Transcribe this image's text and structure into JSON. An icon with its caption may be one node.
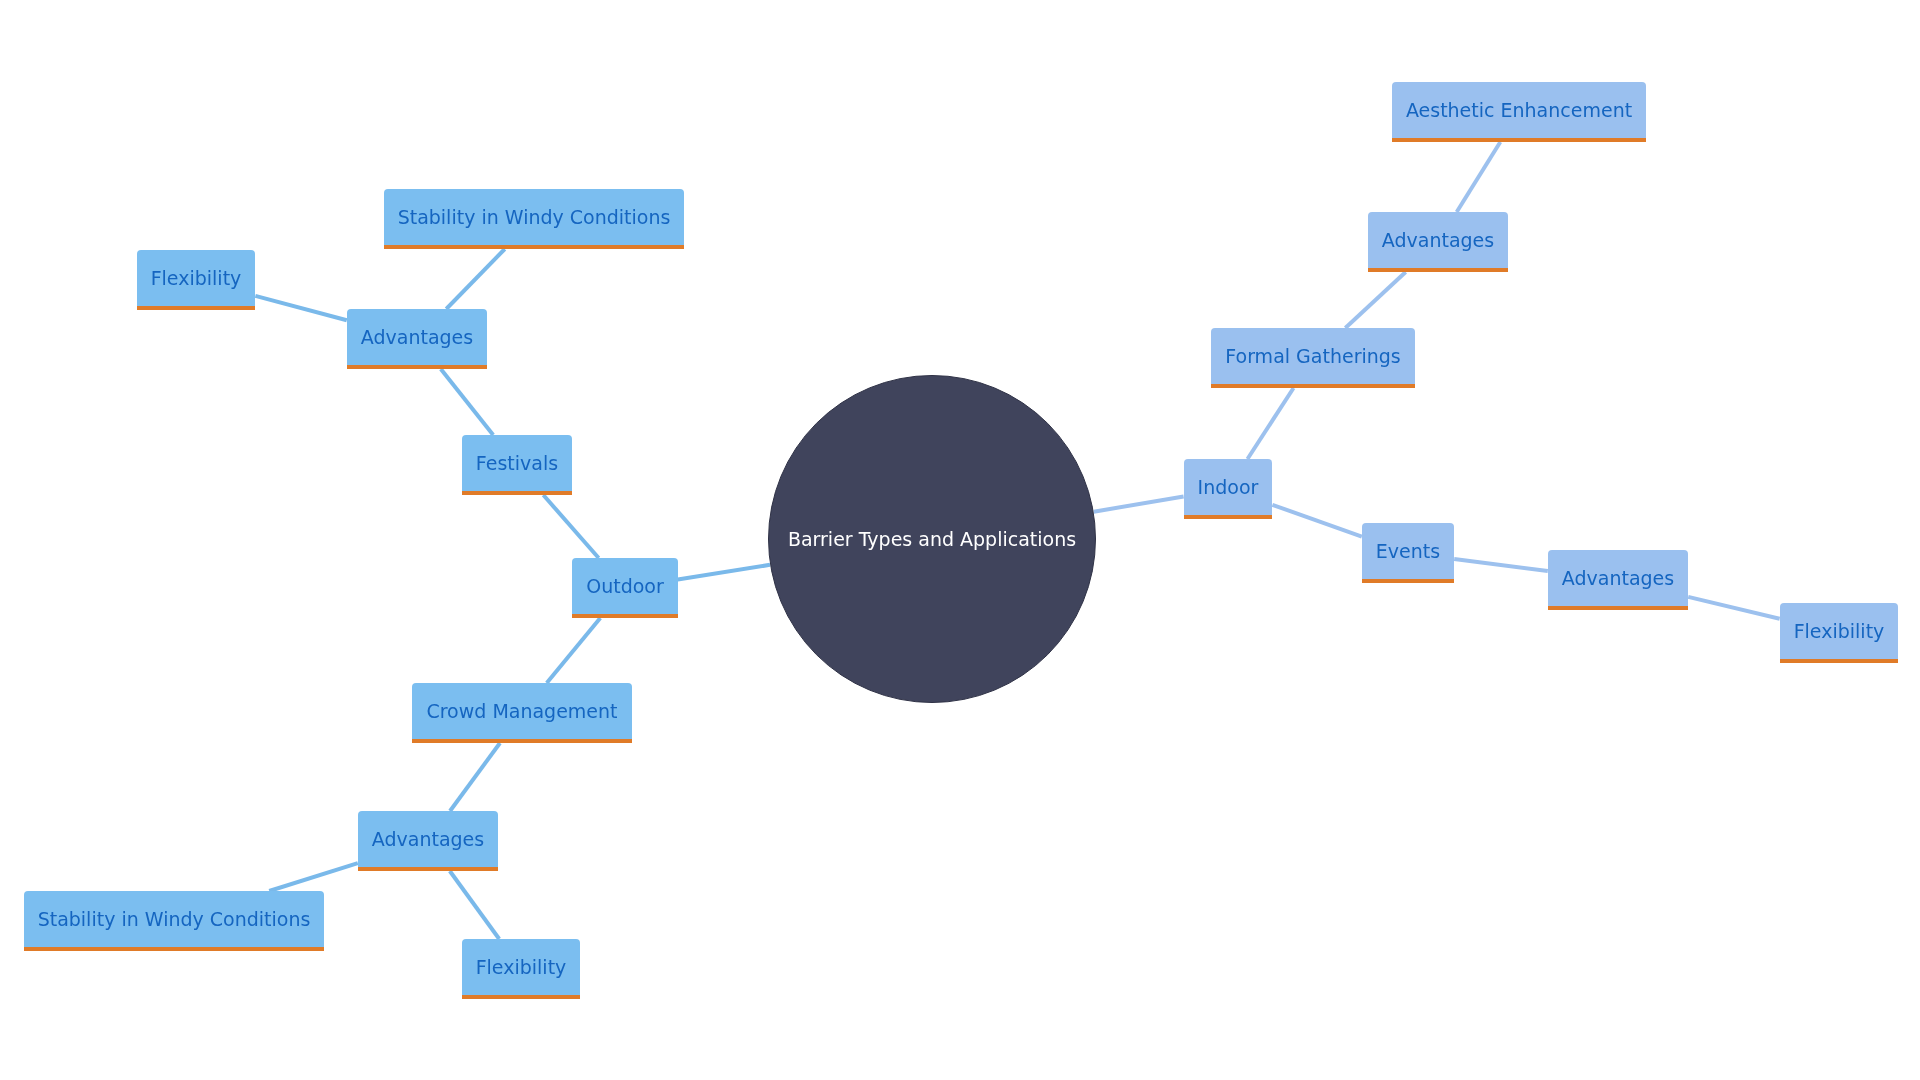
{
  "diagram": {
    "nodes": [
      {
        "text": [
          "Barrier Types and Applications"
        ]
      },
      {
        "text": [
          "Outdoor"
        ]
      },
      {
        "text": [
          "Festivals"
        ]
      },
      {
        "text": [
          "Advantages"
        ]
      },
      {
        "text": [
          "Flexibility"
        ]
      },
      {
        "text": [
          "Stability in Windy Conditions"
        ]
      },
      {
        "text": [
          "Crowd Management"
        ]
      },
      {
        "text": [
          "Advantages"
        ]
      },
      {
        "text": [
          "Stability in Windy Conditions"
        ]
      },
      {
        "text": [
          "Flexibility"
        ]
      },
      {
        "text": [
          "Indoor"
        ]
      },
      {
        "text": [
          "Formal Gatherings"
        ]
      },
      {
        "text": [
          "Advantages"
        ]
      },
      {
        "text": [
          "Aesthetic Enhancement"
        ]
      },
      {
        "text": [
          "Events"
        ]
      },
      {
        "text": [
          "Advantages"
        ]
      },
      {
        "text": [
          "Flexibility"
        ]
      }
    ],
    "edges": [
      {
        "from": 0,
        "to": 1,
        "arrow": "none"
      },
      {
        "from": 1,
        "to": 2,
        "arrow": "none"
      },
      {
        "from": 2,
        "to": 3,
        "arrow": "none"
      },
      {
        "from": 3,
        "to": 4,
        "arrow": "none"
      },
      {
        "from": 3,
        "to": 5,
        "arrow": "none"
      },
      {
        "from": 1,
        "to": 6,
        "arrow": "none"
      },
      {
        "from": 6,
        "to": 7,
        "arrow": "none"
      },
      {
        "from": 7,
        "to": 8,
        "arrow": "none"
      },
      {
        "from": 7,
        "to": 9,
        "arrow": "none"
      },
      {
        "from": 0,
        "to": 10,
        "arrow": "none",
        "color": "#9dc1ee"
      },
      {
        "from": 10,
        "to": 11,
        "arrow": "none",
        "color": "#9dc1ee"
      },
      {
        "from": 11,
        "to": 12,
        "arrow": "none",
        "color": "#9dc1ee"
      },
      {
        "from": 12,
        "to": 13,
        "arrow": "none",
        "color": "#9dc1ee"
      },
      {
        "from": 10,
        "to": 14,
        "arrow": "none",
        "color": "#9dc1ee"
      },
      {
        "from": 14,
        "to": 15,
        "arrow": "none",
        "color": "#9dc1ee"
      },
      {
        "from": 15,
        "to": 16,
        "arrow": "none",
        "color": "#9dc1ee"
      }
    ]
  }
}
